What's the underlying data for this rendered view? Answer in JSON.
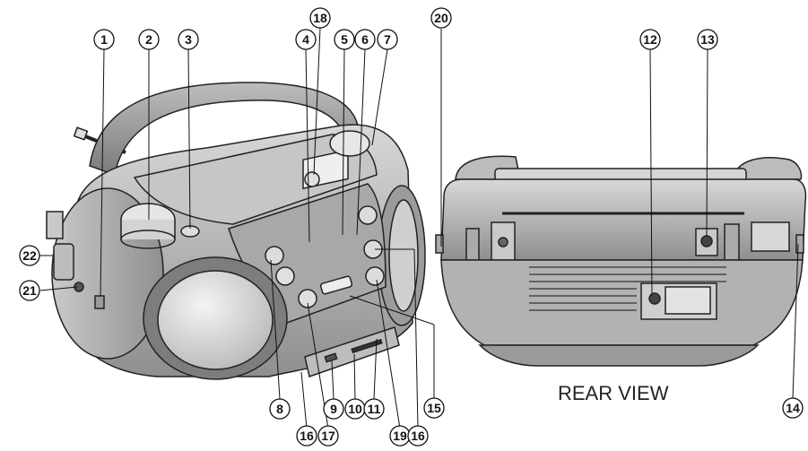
{
  "figure": {
    "rear_view_label": "REAR VIEW",
    "callouts": {
      "c1": "1",
      "c2": "2",
      "c3": "3",
      "c4": "4",
      "c5": "5",
      "c6": "6",
      "c7": "7",
      "c8": "8",
      "c9": "9",
      "c10": "10",
      "c11": "11",
      "c12": "12",
      "c13": "13",
      "c14": "14",
      "c15": "15",
      "c16a": "16",
      "c16b": "16",
      "c17": "17",
      "c18": "18",
      "c19": "19",
      "c20": "20",
      "c21": "21",
      "c22": "22"
    }
  }
}
